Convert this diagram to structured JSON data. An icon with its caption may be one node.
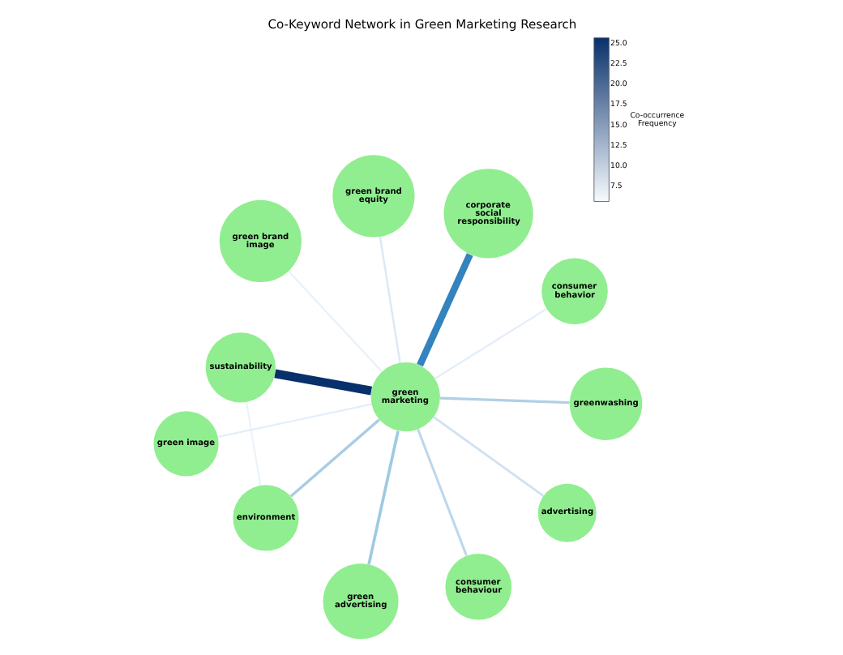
{
  "diagram": {
    "title": "Co-Keyword Network in Green Marketing Research",
    "nodes": [
      {
        "text": [
          "green image"
        ]
      },
      {
        "text": [
          "consumer behavior"
        ]
      },
      {
        "text": [
          "environment"
        ]
      },
      {
        "text": [
          "sustainability"
        ]
      },
      {
        "text": [
          "corporate social responsibility"
        ]
      },
      {
        "text": [
          "green brand equity"
        ]
      },
      {
        "text": [
          "green marketing"
        ]
      },
      {
        "text": [
          "greenwashing"
        ]
      },
      {
        "text": [
          "green advertising"
        ]
      },
      {
        "text": [
          "consumer behaviour"
        ]
      },
      {
        "text": [
          "advertising"
        ]
      },
      {
        "text": [
          "green brand image"
        ]
      }
    ],
    "edges": [
      {
        "from": 6,
        "to": 3,
        "arrow": "none",
        "style": "thick",
        "color": "#08306b"
      },
      {
        "from": 6,
        "to": 4,
        "arrow": "none",
        "style": "thick",
        "color": "#3383be"
      },
      {
        "from": 6,
        "to": 2,
        "arrow": "none",
        "color": "#a9cce3"
      },
      {
        "from": 6,
        "to": 7,
        "arrow": "none",
        "color": "#b0d0e6"
      },
      {
        "from": 6,
        "to": 8,
        "arrow": "none",
        "color": "#9ecae1"
      },
      {
        "from": 6,
        "to": 9,
        "arrow": "none",
        "color": "#bdd7ec"
      },
      {
        "from": 6,
        "to": 10,
        "arrow": "none",
        "color": "#cfe1f2"
      },
      {
        "from": 6,
        "to": 0,
        "arrow": "none",
        "color": "#e3eef9"
      },
      {
        "from": 6,
        "to": 1,
        "arrow": "none",
        "color": "#e3eef9"
      },
      {
        "from": 6,
        "to": 5,
        "arrow": "none",
        "color": "#dbe9f6"
      },
      {
        "from": 6,
        "to": 11,
        "arrow": "none",
        "color": "#e8f1fa"
      },
      {
        "from": 3,
        "to": 2,
        "arrow": "none",
        "color": "#eaf2fb"
      }
    ],
    "labels": [
      "25.0",
      "22.5",
      "20.0",
      "17.5",
      "15.0",
      "12.5",
      "10.0",
      "7.5",
      "Co-occurrence Frequency"
    ]
  }
}
